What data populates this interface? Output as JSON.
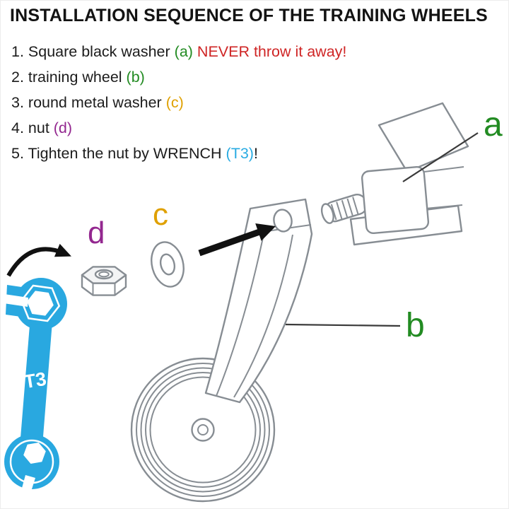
{
  "title": "INSTALLATION SEQUENCE OF THE TRAINING WHEELS",
  "steps": [
    {
      "pre": "1. Square black washer ",
      "key": "(a)",
      "post": " NEVER throw it away!"
    },
    {
      "pre": "2. training wheel ",
      "key": "(b)",
      "post": ""
    },
    {
      "pre": "3. round metal washer ",
      "key": "(c)",
      "post": ""
    },
    {
      "pre": "4. nut ",
      "key": "(d)",
      "post": ""
    },
    {
      "pre": "5. Tighten the nut by WRENCH ",
      "key": "(T3)",
      "post": "!"
    }
  ],
  "diagram": {
    "label_a": "a",
    "label_b": "b",
    "label_c": "c",
    "label_d": "d",
    "wrench_label": "T3"
  },
  "colors": {
    "green": "#228b22",
    "red": "#cf2525",
    "orange": "#dfa000",
    "purple": "#93278f",
    "blue": "#29abe2",
    "wrench": "#29a8e0",
    "line": "#878d93",
    "arrow": "#111111",
    "leader": "#3a3a3a"
  }
}
